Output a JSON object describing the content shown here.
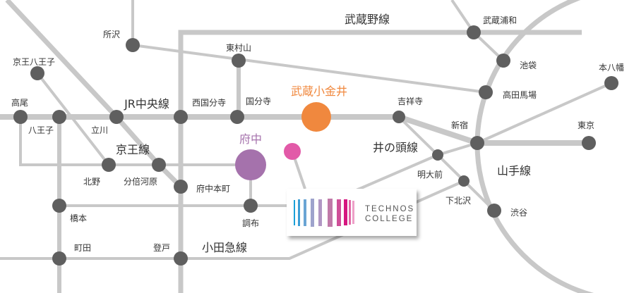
{
  "colors": {
    "line": "#c8c8c8",
    "station": "#5f5f5f",
    "highlight_orange": "#f0883e",
    "highlight_purple": "#a572ac",
    "pin_pink": "#e25aa8",
    "text": "#333333"
  },
  "lines": {
    "musashino": "武蔵野線",
    "chuo": "JR中央線",
    "keio": "京王線",
    "inokashira": "井の頭線",
    "yamanote": "山手線",
    "odakyu": "小田急線"
  },
  "stations": {
    "tokorozawa": "所沢",
    "higashimurayama": "東村山",
    "keio_hachioji": "京王八王子",
    "takao": "高尾",
    "hachioji": "八王子",
    "tachikawa": "立川",
    "nishikokubunji": "西国分寺",
    "kokubunji": "国分寺",
    "musashikoganei": "武蔵小金井",
    "kichijoji": "吉祥寺",
    "shinjuku": "新宿",
    "tokyo": "東京",
    "motoyawata": "本八幡",
    "ikebukuro": "池袋",
    "takadanobaba": "高田馬場",
    "musashiurawa": "武蔵浦和",
    "meidaimae": "明大前",
    "shimokitazawa": "下北沢",
    "shibuya": "渋谷",
    "kitano": "北野",
    "bubaigawara": "分倍河原",
    "fuchuhonmachi": "府中本町",
    "fuchu": "府中",
    "hashimoto": "橋本",
    "chofu": "調布",
    "machida": "町田",
    "noborito": "登戸"
  },
  "school": {
    "line1": "TECHNOS",
    "line2": "COLLEGE"
  }
}
